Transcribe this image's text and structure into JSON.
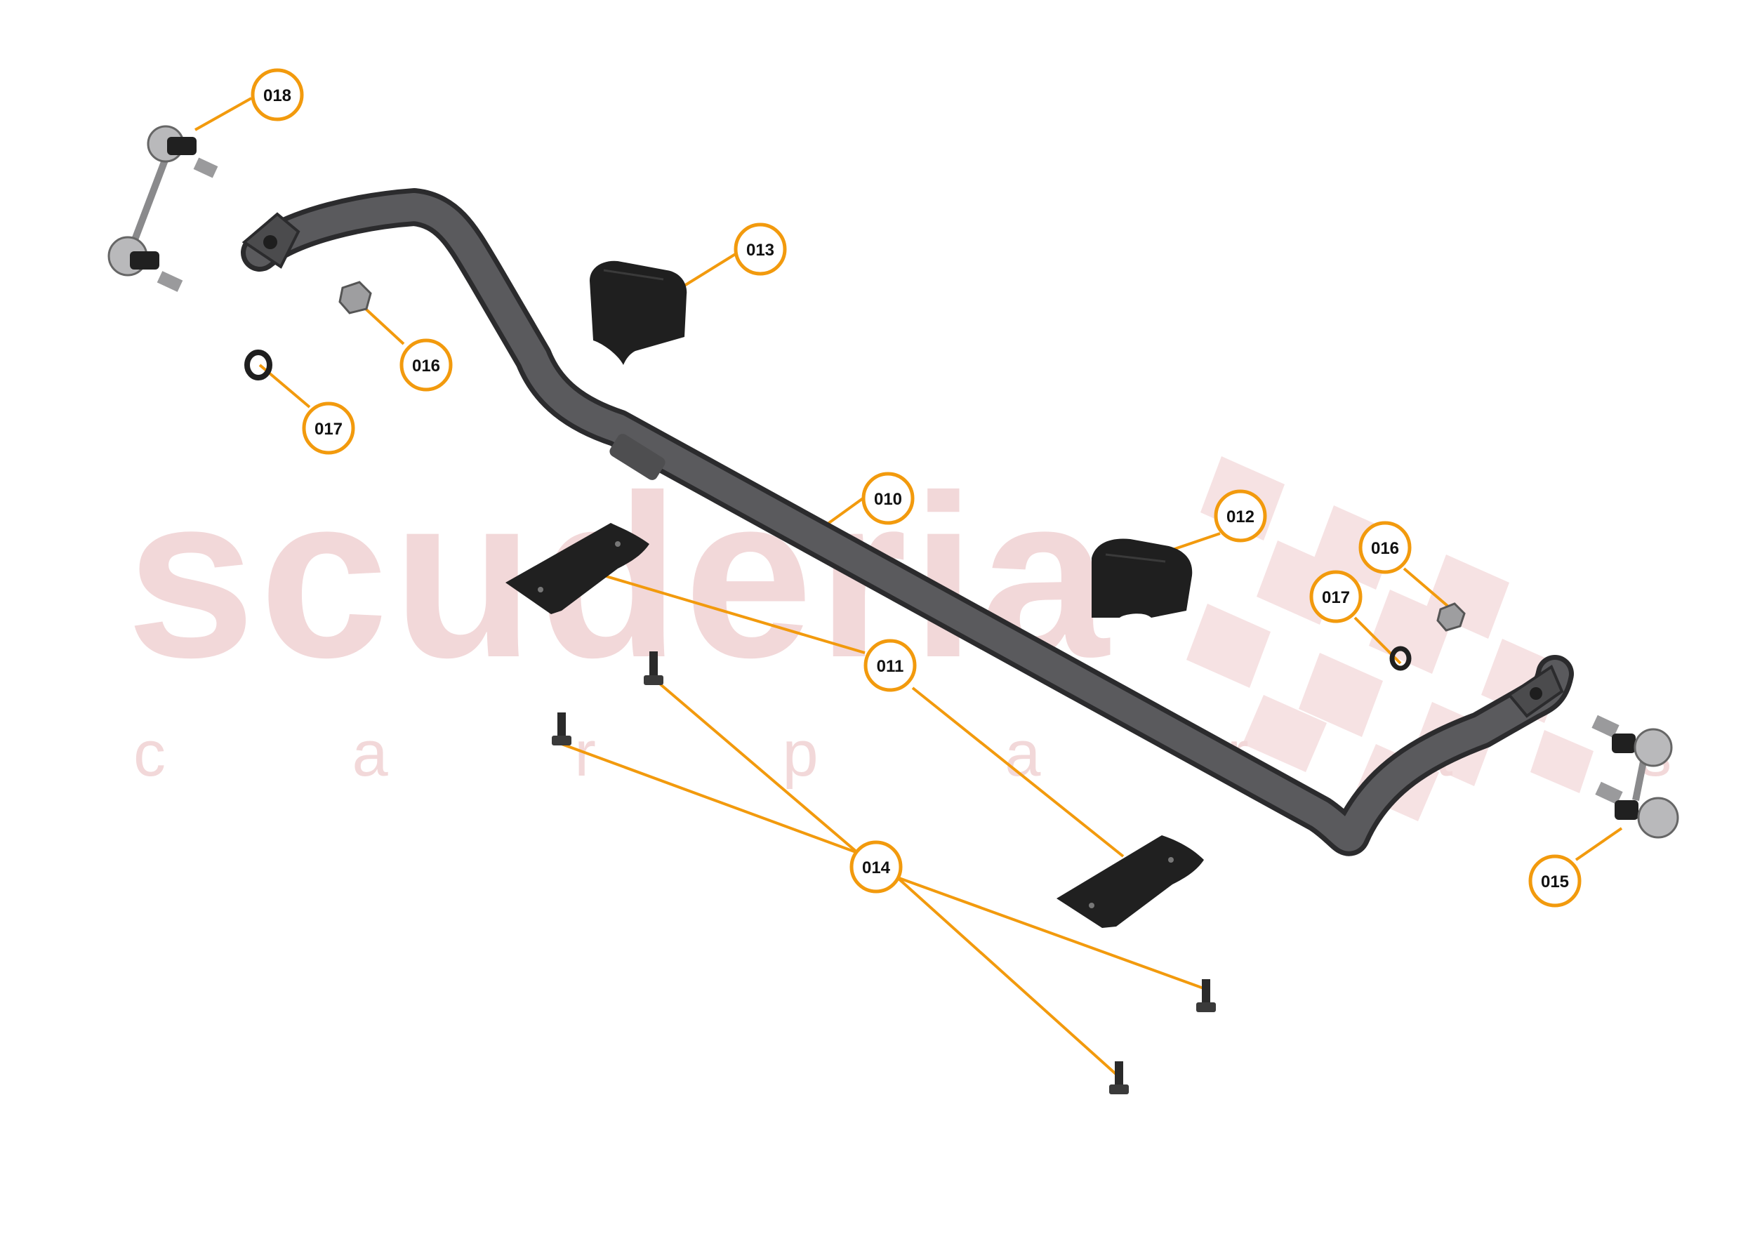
{
  "watermark": {
    "brand": "scuderia",
    "tagline": "c a r p a r t s"
  },
  "colors": {
    "leader": "#f29a0d",
    "callout_fill": "#ffffff",
    "part_dark": "#2a2a2a",
    "bar": "#4b4b4d",
    "watermark": "#f2d8d9"
  },
  "parts": {
    "stabilizer_bar": "010",
    "bracket_clamp": "011",
    "bush_right": "012",
    "bush_left": "013",
    "bolt": "014",
    "link_right": "015",
    "nut": "016",
    "washer": "017",
    "link_left": "018"
  },
  "callouts": [
    {
      "id": "c018",
      "label": "018"
    },
    {
      "id": "c013",
      "label": "013"
    },
    {
      "id": "c016a",
      "label": "016"
    },
    {
      "id": "c017a",
      "label": "017"
    },
    {
      "id": "c010",
      "label": "010"
    },
    {
      "id": "c012",
      "label": "012"
    },
    {
      "id": "c016b",
      "label": "016"
    },
    {
      "id": "c017b",
      "label": "017"
    },
    {
      "id": "c011",
      "label": "011"
    },
    {
      "id": "c014",
      "label": "014"
    },
    {
      "id": "c015",
      "label": "015"
    }
  ]
}
